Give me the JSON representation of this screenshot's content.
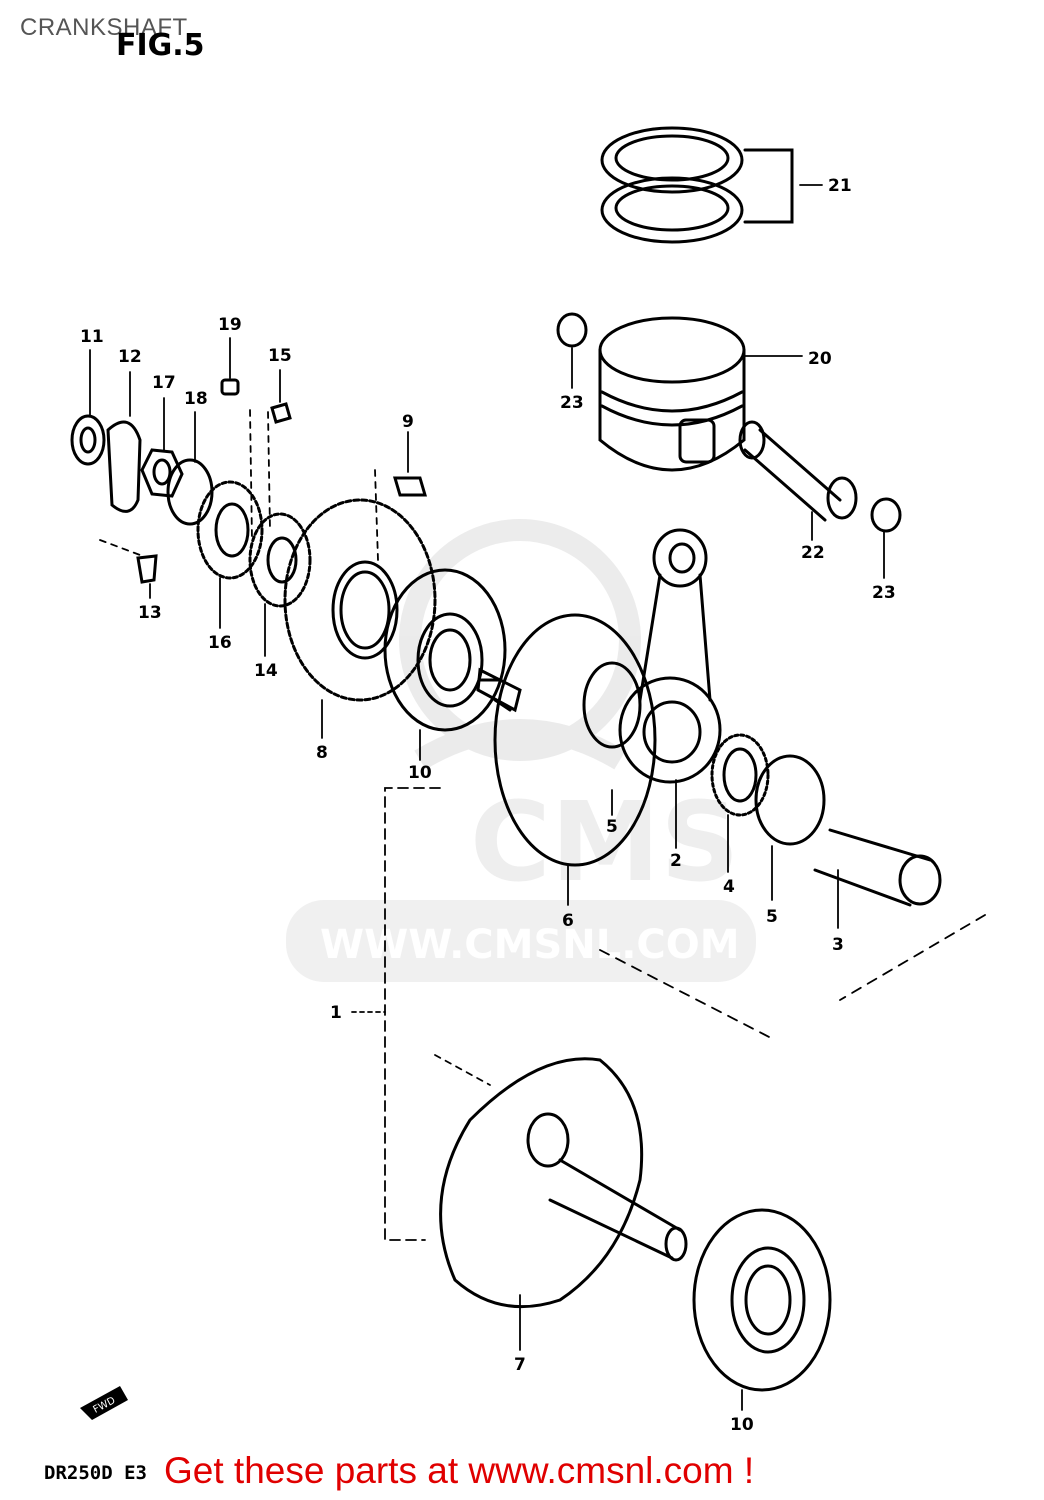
{
  "header": {
    "title": "CRANKSHAFT",
    "figure": "FIG.5"
  },
  "footer": {
    "model": "DR250D E3",
    "cta": "Get these parts at www.cmsnl.com !"
  },
  "watermark": {
    "text": "WWW.CMSNL.COM",
    "logo": "CMS"
  },
  "arrow_label": "FWD",
  "callouts": {
    "c1": "1",
    "c2": "2",
    "c3": "3",
    "c4": "4",
    "c5a": "5",
    "c5b": "5",
    "c6": "6",
    "c7": "7",
    "c8": "8",
    "c9": "9",
    "c10a": "10",
    "c10b": "10",
    "c11": "11",
    "c12": "12",
    "c13": "13",
    "c14": "14",
    "c15": "15",
    "c16": "16",
    "c17": "17",
    "c18": "18",
    "c19": "19",
    "c20": "20",
    "c21": "21",
    "c22": "22",
    "c23a": "23",
    "c23b": "23"
  }
}
